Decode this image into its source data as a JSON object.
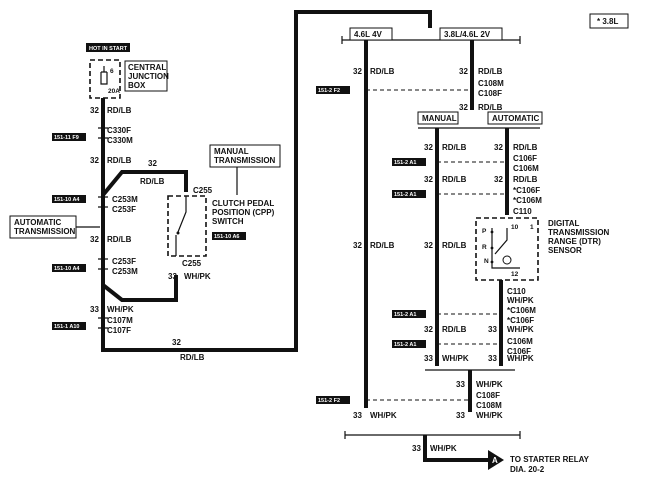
{
  "labels": {
    "hot_in_start": "HOT IN START",
    "cjb_1": "CENTRAL",
    "cjb_2": "JUNCTION",
    "cjb_3": "BOX",
    "fuse_num": "6",
    "fuse_amp": "20A",
    "manual_trans_1": "MANUAL",
    "manual_trans_2": "TRANSMISSION",
    "auto_trans_1": "AUTOMATIC",
    "auto_trans_2": "TRANSMISSION",
    "cpp_1": "CLUTCH PEDAL",
    "cpp_2": "POSITION (CPP)",
    "cpp_3": "SWITCH",
    "engine_a": "4.6L 4V",
    "engine_b": "3.8L/4.6L 2V",
    "star_note": "* 3.8L",
    "manual": "MANUAL",
    "automatic": "AUTOMATIC",
    "dtr_1": "DIGITAL",
    "dtr_2": "TRANSMISSION",
    "dtr_3": "RANGE (DTR)",
    "dtr_4": "SENSOR",
    "dtr_p": "P",
    "dtr_r": "R",
    "dtr_n": "N",
    "dtr_10": "10",
    "dtr_1pin": "1",
    "dtr_12": "12",
    "starter_1": "TO STARTER RELAY",
    "starter_2": "DIA. 20-2",
    "arrow_letter": "A"
  },
  "tags": {
    "t1": "151-11 F9",
    "t2": "151-10 A4",
    "t3": "151-10 A4",
    "t4": "151-1 A10",
    "t5": "151-10 A6",
    "t6": "151-2 F2",
    "t7": "151-2 A1",
    "t8": "151-2 A1",
    "t9": "151-2 A1",
    "t10": "151-2 A1",
    "t11": "151-2 F2"
  },
  "wires": {
    "w32": "32",
    "w33": "33",
    "rdlb": "RD/LB",
    "whpk": "WH/PK"
  },
  "connectors": {
    "c330f": "C330F",
    "c330m": "C330M",
    "c253m": "C253M",
    "c253f": "C253F",
    "c253f2": "C253F",
    "c253m2": "C253M",
    "c107m": "C107M",
    "c107f": "C107F",
    "c255a": "C255",
    "c255b": "C255",
    "c108m": "C108M",
    "c108f": "C108F",
    "c106f": "C106F",
    "c106m": "C106M",
    "sc106f": "*C106F",
    "sc106m": "*C106M",
    "c110": "C110",
    "c110b": "C110",
    "sc106m2": "*C106M",
    "sc106f2": "*C106F",
    "c106m2": "C106M",
    "c106f2": "C106F",
    "c108f2": "C108F",
    "c108m2": "C108M"
  }
}
